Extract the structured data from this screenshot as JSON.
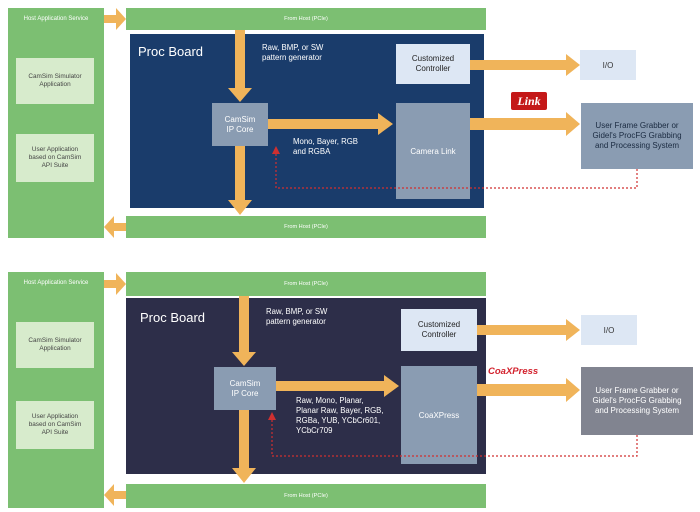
{
  "colors": {
    "host_green": "#7cbf72",
    "app_box": "#d7ebcc",
    "arrow_orange": "#f0b45a",
    "proc_board_top": "#1a3c6b",
    "proc_board_bottom": "#2d2e49",
    "module_grey": "#8a9cb2",
    "light_box": "#dde7f4",
    "dotted_red": "#d03030"
  },
  "top": {
    "host_title": "Host Application Service",
    "sim_app": "CamSim Simulator Application",
    "user_app": "User Application based on CamSim API Suite",
    "bar_top": "From Host (PCIe)",
    "bar_bottom": "From Host (PCIe)",
    "proc_title": "Proc Board",
    "generator_label": "Raw, BMP, or SW pattern generator",
    "ip_core": "CamSim IP Core",
    "formats": "Mono, Bayer, RGB and RGBA",
    "customized": "Customized Controller",
    "io": "I/O",
    "interface": "Camera Link",
    "grabber": "User Frame Grabber or Gidel's ProcFG Grabbing and Processing System"
  },
  "bottom": {
    "host_title": "Host Application Service",
    "sim_app": "CamSim Simulator Application",
    "user_app": "User Application based on CamSim API Suite",
    "bar_top": "From Host (PCIe)",
    "bar_bottom": "From Host (PCIe)",
    "proc_title": "Proc Board",
    "generator_label": "Raw, BMP, or SW pattern generator",
    "ip_core": "CamSim IP Core",
    "formats": "Raw, Mono, Planar, Planar Raw, Bayer, RGB, RGBa, YUB, YCbCr601, YCbCr709",
    "customized": "Customized Controller",
    "io": "I/O",
    "interface": "CoaXPress",
    "grabber": "User Frame Grabber or Gidel's ProcFG Grabbing and Processing System"
  },
  "logos": {
    "cameralink": "Link",
    "coaxpress": "CoaXPress"
  }
}
